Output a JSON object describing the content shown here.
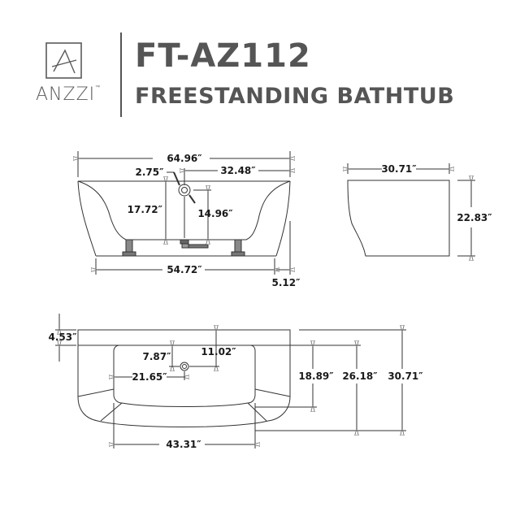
{
  "header": {
    "brand": "ANZZI",
    "brand_tm": "™",
    "model": "FT-AZ112",
    "product": "FREESTANDING BATHTUB"
  },
  "colors": {
    "text_gray": "#555555",
    "line": "#333333",
    "dim_text": "#1a1a1a",
    "background": "#ffffff"
  },
  "front_view": {
    "overall_length": "64.96″",
    "drain_offset": "32.48″",
    "drain_diameter": "2.75″",
    "interior_depth": "17.72″",
    "drain_height": "14.96″",
    "base_length": "54.72″",
    "overhang": "5.12″"
  },
  "side_view": {
    "width": "30.71″",
    "height": "22.83″"
  },
  "top_view": {
    "rim_width": "4.53″",
    "drain_from_inner_edge": "7.87″",
    "drain_from_outer_edge": "11.02″",
    "drain_from_left": "21.65″",
    "basin_length": "43.31″",
    "basin_width": "18.89″",
    "inner_width": "26.18″",
    "overall_width": "30.71″"
  }
}
